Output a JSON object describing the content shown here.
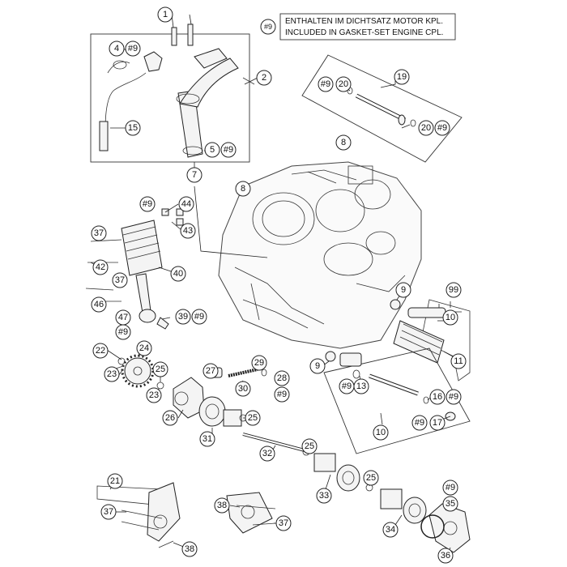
{
  "legend": {
    "symbol": "#9",
    "line1": "ENTHALTEN IM DICHTSATZ MOTOR KPL.",
    "line2": "INCLUDED IN GASKET-SET ENGINE CPL."
  },
  "callouts": {
    "c1": "1",
    "c2": "2",
    "c4": "4",
    "c4s": "#9",
    "c5": "5",
    "c5s": "#9",
    "c7": "7",
    "c15": "15",
    "c19": "19",
    "c19a": "#9",
    "c20a": "20",
    "c20b": "20",
    "c19b": "#9",
    "c8a": "8",
    "c8b": "8",
    "c9lead": "#9",
    "c44": "44",
    "c43": "43",
    "c37a": "37",
    "c42": "42",
    "c37b": "37",
    "c40": "40",
    "c46": "46",
    "c47": "47",
    "c47s": "#9",
    "c39": "39",
    "c39s": "#9",
    "c9a": "9",
    "c99": "99",
    "c10a": "10",
    "c11": "11",
    "c9b": "9",
    "c13s": "#9",
    "c13": "13",
    "c16": "16",
    "c16s": "#9",
    "c17s": "#9",
    "c17": "17",
    "c10b": "10",
    "c22": "22",
    "c24": "24",
    "c23a": "23",
    "c25a": "25",
    "c23b": "23",
    "c27": "27",
    "c29": "29",
    "c28": "28",
    "c28s": "#9",
    "c30": "30",
    "c26": "26",
    "c25b": "25",
    "c31": "31",
    "c32": "32",
    "c25c": "25",
    "c25d": "25",
    "c33": "33",
    "c34": "34",
    "c35s": "#9",
    "c35": "35",
    "c36": "36",
    "c21": "21",
    "c37c": "37",
    "c38a": "38",
    "c38b": "38",
    "c37d": "37"
  }
}
